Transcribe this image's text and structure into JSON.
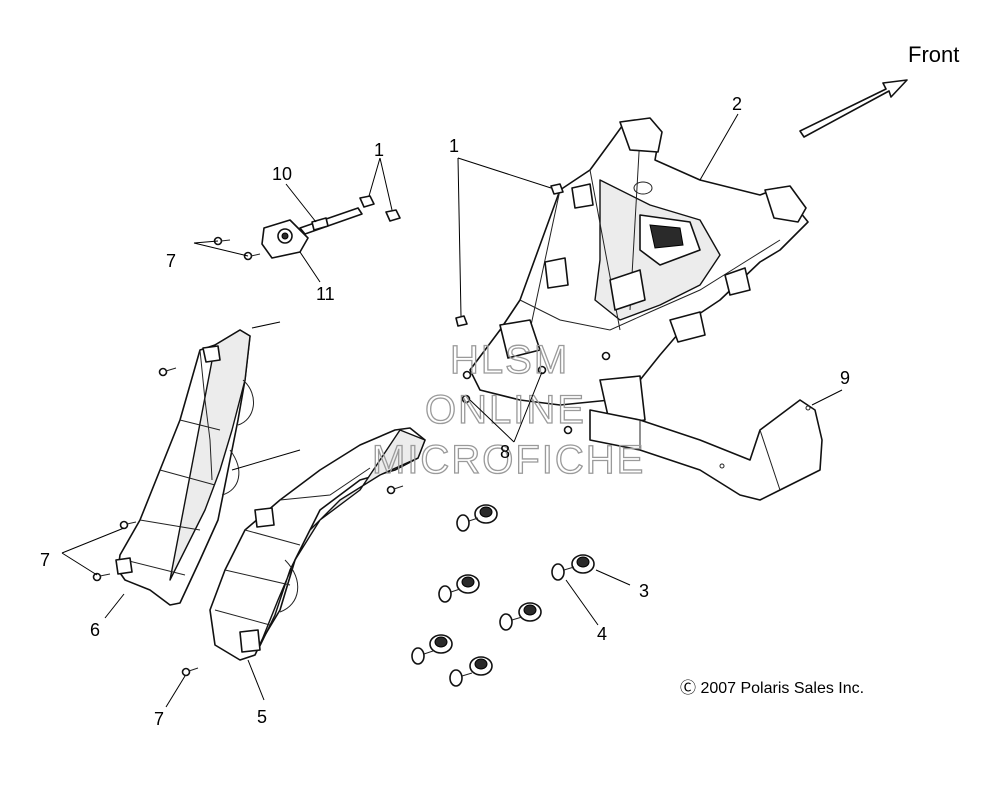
{
  "direction_label": "Front",
  "copyright": "Ⓒ 2007 Polaris Sales Inc.",
  "watermark": {
    "line1": "HLSM",
    "line2": "ONLINE",
    "line3": "MICROFICHE"
  },
  "callouts": {
    "c1a": "1",
    "c1b": "1",
    "c2": "2",
    "c3": "3",
    "c4": "4",
    "c5": "5",
    "c6": "6",
    "c7a": "7",
    "c7b": "7",
    "c7c": "7",
    "c8": "8",
    "c9": "9",
    "c10": "10",
    "c11": "11"
  }
}
